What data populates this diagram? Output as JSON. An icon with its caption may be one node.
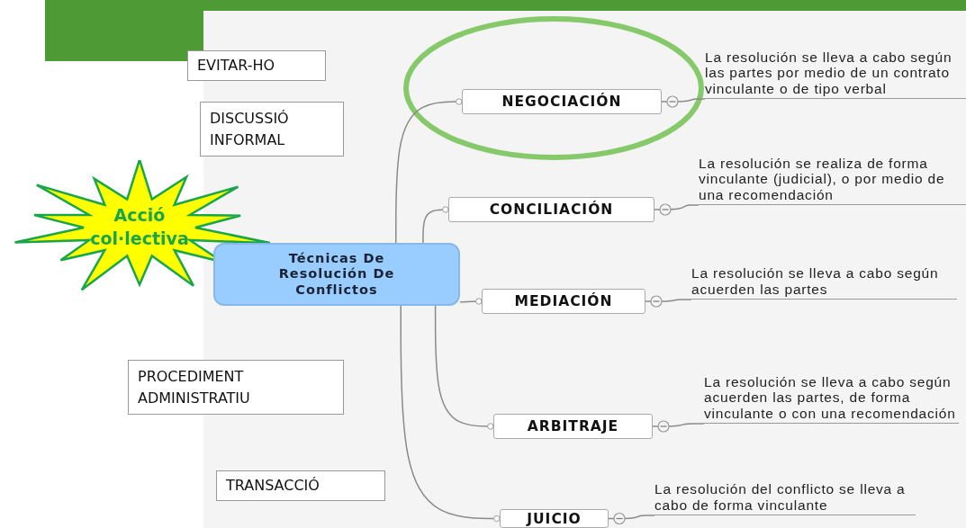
{
  "diagram": {
    "nodes": [
      {
        "text": [
          "Técnicas De Resolución De Conflictos"
        ]
      },
      {
        "text": [
          "NEGOCIACIÓN"
        ]
      },
      {
        "text": [
          "La resolución se lleva a cabo según las partes por medio de un contrato vinculante o de tipo verbal"
        ]
      },
      {
        "text": [
          "CONCILIACIÓN"
        ]
      },
      {
        "text": [
          "La resolución se realiza de forma vinculante (judicial), o por medio de una recomendación"
        ]
      },
      {
        "text": [
          "MEDIACIÓN"
        ]
      },
      {
        "text": [
          "La resolución se lleva a cabo según acuerden las partes"
        ]
      },
      {
        "text": [
          "ARBITRAJE"
        ]
      },
      {
        "text": [
          "La resolución se lleva a cabo según acuerden las partes, de forma vinculante o con una recomendación"
        ]
      },
      {
        "text": [
          "JUICIO"
        ]
      },
      {
        "text": [
          "La resolución del conflicto se lleva a cabo de forma vinculante"
        ]
      },
      {
        "text": [
          "EVITAR-HO"
        ]
      },
      {
        "text": [
          "DISCUSSIÓ INFORMAL"
        ]
      },
      {
        "text": [
          "Acció col·lectiva"
        ]
      },
      {
        "text": [
          "PROCEDIMENT ADMINISTRATIU"
        ]
      },
      {
        "text": [
          "TRANSACCIÓ"
        ]
      }
    ],
    "edges": [
      {
        "from": 0,
        "to": 1,
        "arrow": "other"
      },
      {
        "from": 0,
        "to": 3,
        "arrow": "other"
      },
      {
        "from": 0,
        "to": 5,
        "arrow": "other"
      },
      {
        "from": 0,
        "to": 7,
        "arrow": "other"
      },
      {
        "from": 0,
        "to": 9,
        "arrow": "other"
      },
      {
        "from": 1,
        "to": 2,
        "arrow": "none"
      },
      {
        "from": 3,
        "to": 4,
        "arrow": "none"
      },
      {
        "from": 5,
        "to": 6,
        "arrow": "none"
      },
      {
        "from": 7,
        "to": 8,
        "arrow": "none"
      },
      {
        "from": 9,
        "to": 10,
        "arrow": "none"
      }
    ]
  }
}
